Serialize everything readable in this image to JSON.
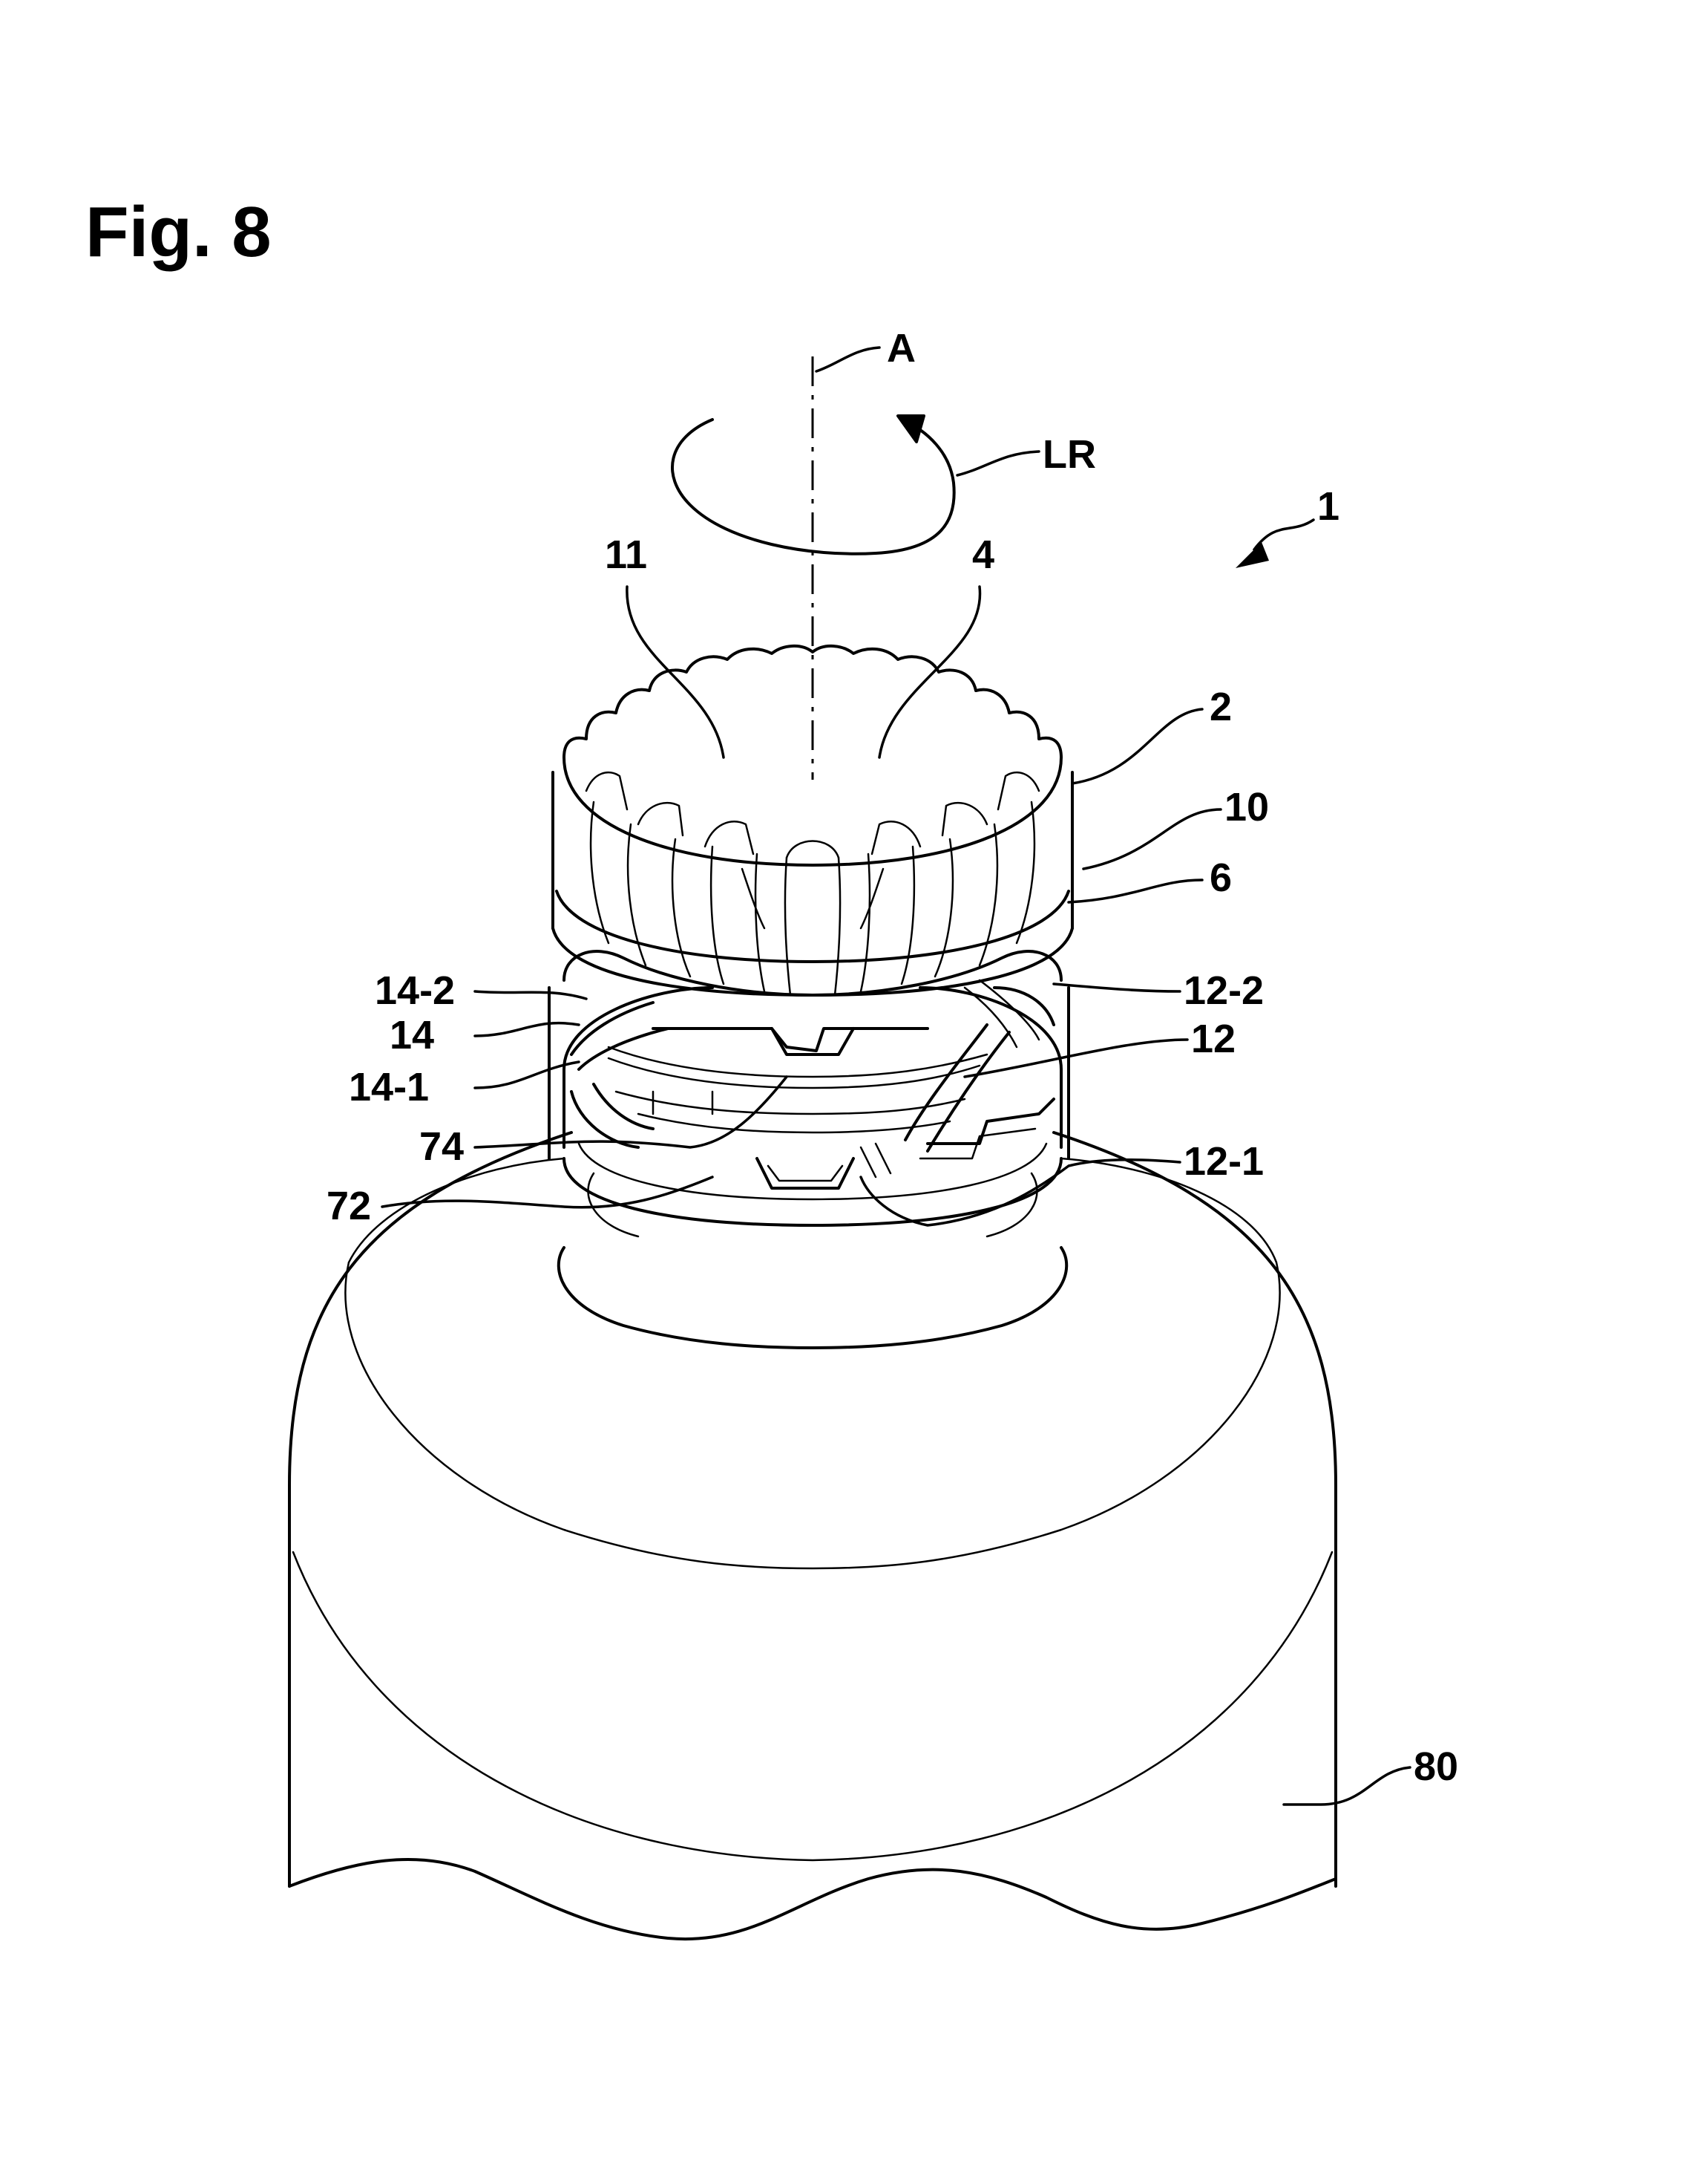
{
  "figure": {
    "title": "Fig. 8"
  },
  "labels": {
    "axis": "A",
    "rotation": "LR",
    "assembly": "1",
    "ref_11": "11",
    "ref_4": "4",
    "ref_2": "2",
    "ref_10": "10",
    "ref_6": "6",
    "ref_14_2": "14-2",
    "ref_14": "14",
    "ref_14_1": "14-1",
    "ref_74": "74",
    "ref_72": "72",
    "ref_12_2": "12-2",
    "ref_12": "12",
    "ref_12_1": "12-1",
    "ref_80": "80"
  }
}
